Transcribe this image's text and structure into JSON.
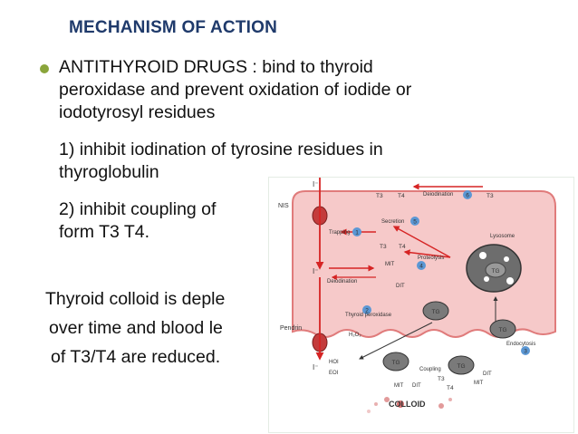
{
  "slide": {
    "title": "MECHANISM OF ACTION",
    "bullet_lines": [
      "ANTITHYROID DRUGS : bind to thyroid",
      "peroxidase and prevent oxidation of iodide or",
      "iodotyrosyl residues",
      "1) inhibit iodination of tyrosine residues in",
      "thyroglobulin",
      "2) inhibit coupling of",
      "form T3  T4."
    ],
    "colloid_lines": [
      "Thyroid colloid is deple",
      "over time and blood le",
      "of T3/T4  are reduced."
    ]
  },
  "figure": {
    "labels": {
      "iodide_top": "I⁻",
      "nis": "NIS",
      "t3_top": "T3",
      "t4_top": "T4",
      "deiodination_top": "Deiodination",
      "step6": "6",
      "t3_top_right": "T3",
      "trapping": "Trapping",
      "step1": "1",
      "secretion": "Secretion",
      "step5": "5",
      "t3_mid": "T3",
      "t4_mid": "T4",
      "lysosome": "Lysosome",
      "mit": "MIT",
      "proteolysis": "Proteolysis",
      "step4": "4",
      "iodide_mid": "I⁻",
      "deiodination_mid": "Deiodination",
      "dit": "DIT",
      "tg_lysosome": "TG",
      "step2": "2",
      "thyroid_peroxidase": "Thyroid\nperoxidase",
      "h2o2": "H₂O₂",
      "tg_cell": "TG",
      "pendrin": "Pendrin",
      "iodide_pendrin": "I⁻",
      "hoi": "HOI",
      "eoi": "EOI",
      "tg_left": "TG",
      "coupling": "Coupling",
      "tg_right": "TG",
      "endocytosis": "Endocytosis",
      "step3": "3",
      "tg_endo": "TG",
      "mit_bottom": "MIT",
      "dit_bottom": "DIT",
      "t3_bottom": "T3",
      "t4_bottom": "T4",
      "dit_right": "DIT",
      "mit_right": "MIT",
      "colloid": "COLLOID"
    },
    "colors": {
      "cell": "#f6c9c9",
      "cell_border": "#e07b7b",
      "arrow_red": "#d62424",
      "step_circle": "#5b97d4",
      "tg_dark": "#7a7a7a",
      "colloid": "#c83a3a"
    }
  }
}
